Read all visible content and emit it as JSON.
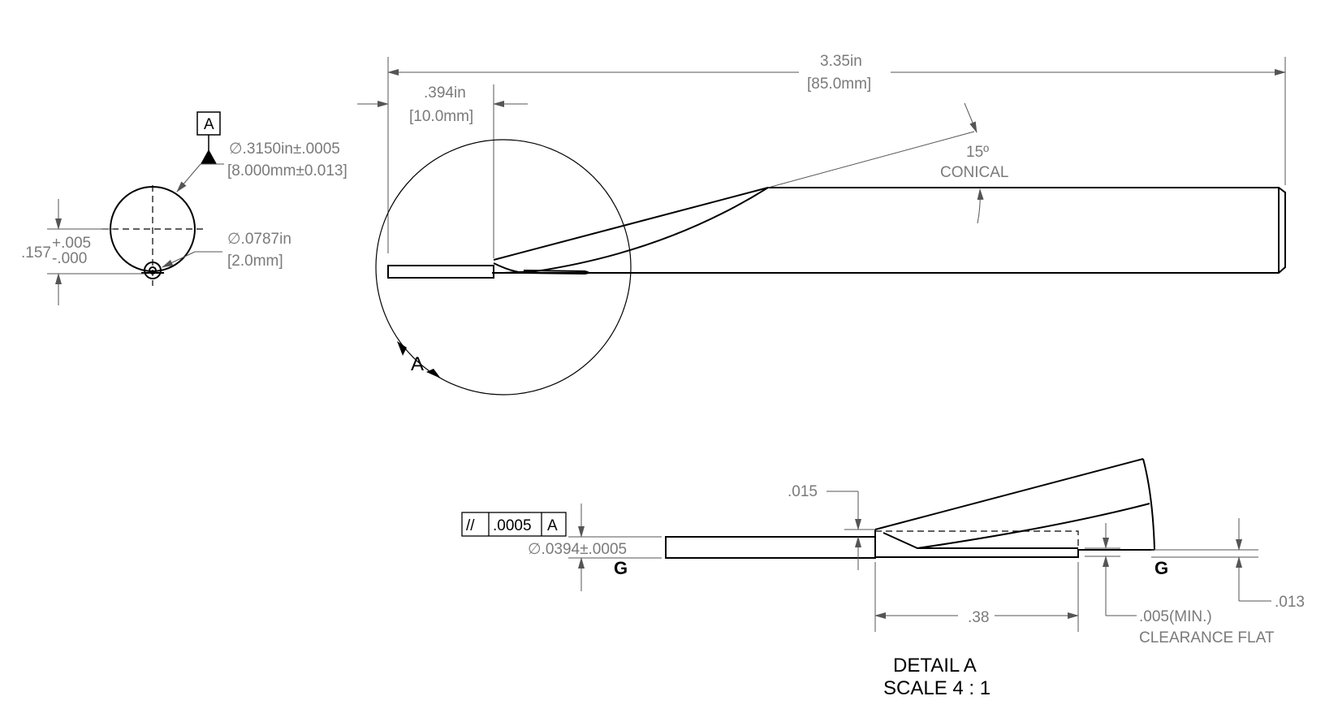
{
  "overall_length": {
    "in": "3.35in",
    "mm": "[85.0mm]"
  },
  "tip_length": {
    "in": ".394in",
    "mm": "[10.0mm]"
  },
  "cone_angle": {
    "angle": "15º",
    "label": "CONICAL"
  },
  "datum_label": "A",
  "shank_diameter": {
    "in": "∅.3150in±.0005",
    "mm": "[8.000mm±0.013]"
  },
  "hole_diameter": {
    "in": "∅.0787in",
    "mm": "[2.0mm]"
  },
  "offset": {
    "base": ".157",
    "plus": "+.005",
    "minus": "-.000"
  },
  "detail_marker": "A",
  "detail": {
    "title": "DETAIL A",
    "scale": "SCALE 4 : 1",
    "parallelism_symbol": "//",
    "parallelism_tol": ".0005",
    "parallelism_datum": "A",
    "tip_diameter": "∅.0394±.0005",
    "step": ".015",
    "length": ".38",
    "clearance": ".005(MIN.)",
    "clearance_label": "CLEARANCE FLAT",
    "flat_height": ".013",
    "section_label": "G"
  }
}
